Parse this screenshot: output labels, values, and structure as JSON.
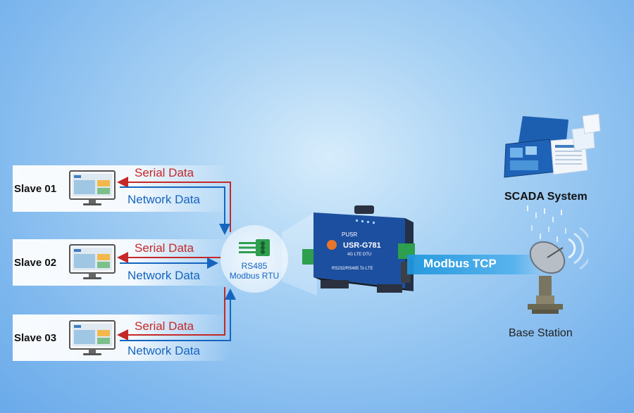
{
  "slaves": [
    {
      "label": "Slave 01",
      "serial": "Serial Data",
      "network": "Network Data"
    },
    {
      "label": "Slave 02",
      "serial": "Serial Data",
      "network": "Network Data"
    },
    {
      "label": "Slave 03",
      "serial": "Serial Data",
      "network": "Network Data"
    }
  ],
  "hub": {
    "line1": "RS485",
    "line2": "Modbus RTU"
  },
  "device": {
    "brand": "PUSR",
    "model": "USR-G781",
    "type": "4G LTE DTU",
    "port_label": "RS232/RS485 To LTE"
  },
  "link": {
    "label": "Modbus TCP"
  },
  "scada": {
    "label": "SCADA System"
  },
  "base": {
    "label": "Base Station"
  },
  "colors": {
    "serial": "#c62828",
    "network": "#1565c0",
    "accent": "#1e96dc"
  }
}
